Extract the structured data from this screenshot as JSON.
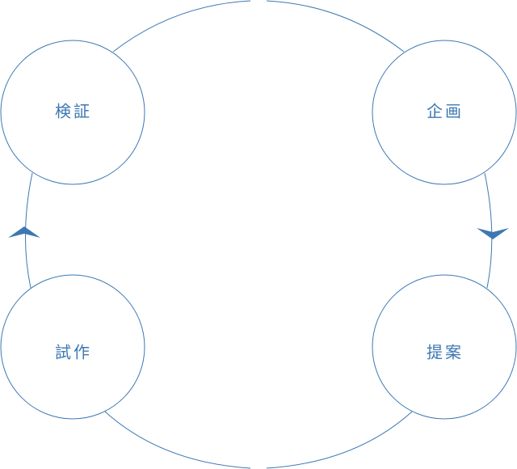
{
  "diagram": {
    "colors": {
      "stroke": "#3d78b3",
      "label": "#3d78b3",
      "node_fill": "#ffffff",
      "background": "#ffffff"
    },
    "nodes": [
      {
        "id": "kikaku",
        "label": "企画"
      },
      {
        "id": "teian",
        "label": "提案"
      },
      {
        "id": "shisaku",
        "label": "試作"
      },
      {
        "id": "kensho",
        "label": "検証"
      }
    ],
    "flow": [
      {
        "from": "kikaku",
        "to": "teian",
        "arrow": "down"
      },
      {
        "from": "teian",
        "to": "shisaku",
        "arrow": "none"
      },
      {
        "from": "shisaku",
        "to": "kensho",
        "arrow": "up"
      },
      {
        "from": "kensho",
        "to": "kikaku",
        "arrow": "none"
      }
    ]
  }
}
